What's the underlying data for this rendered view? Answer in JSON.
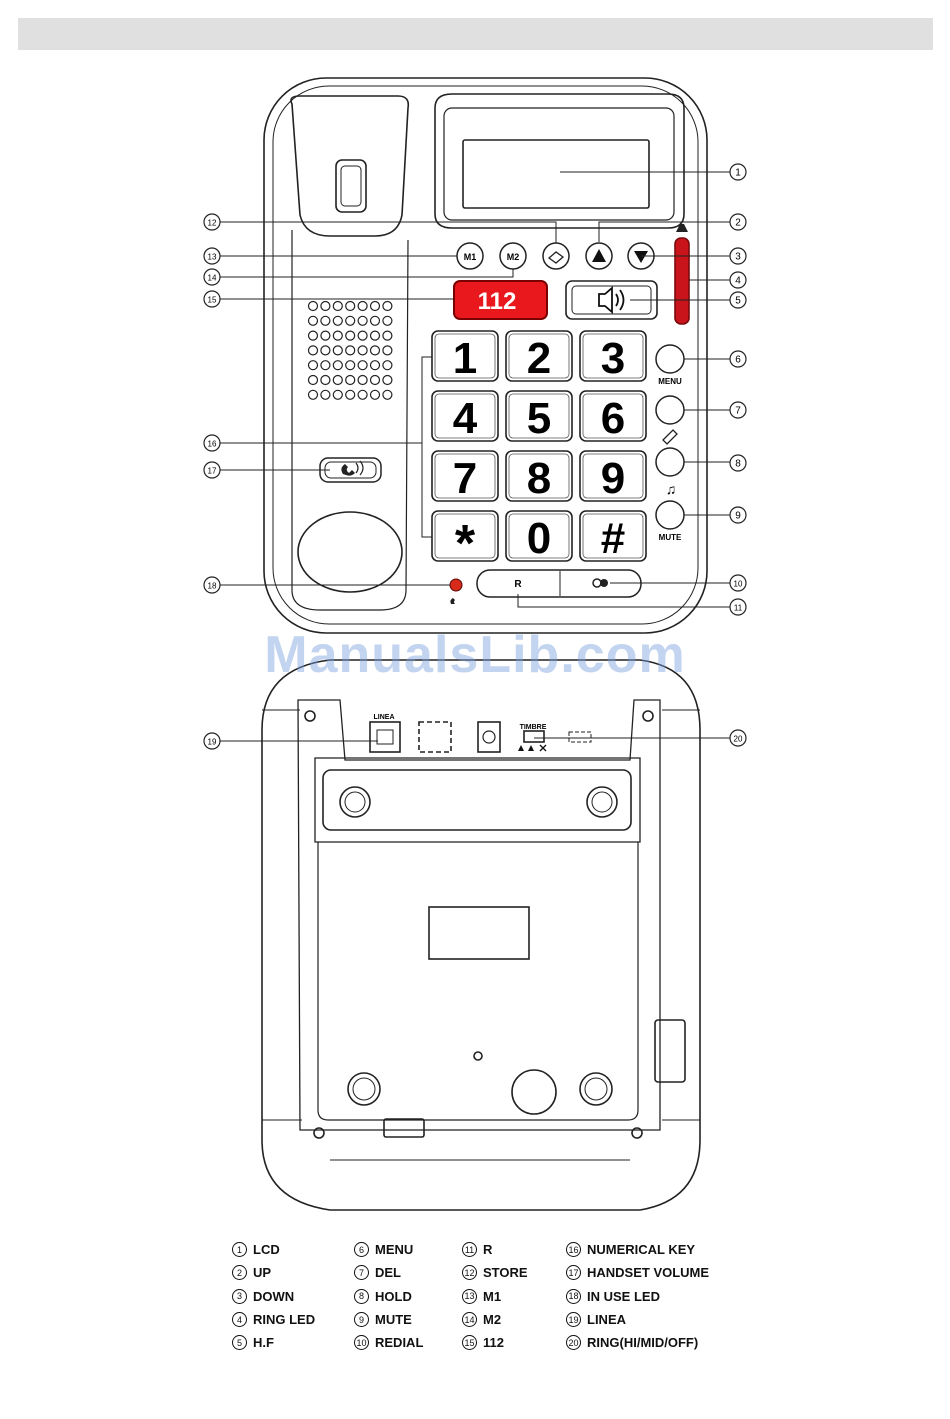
{
  "watermark": "ManualsLib.com",
  "buttons": {
    "m1": "M1",
    "m2": "M2",
    "emergency": "112",
    "r": "R",
    "menu": "MENU",
    "mute": "MUTE"
  },
  "keypad": [
    "1",
    "2",
    "3",
    "4",
    "5",
    "6",
    "7",
    "8",
    "9",
    "*",
    "0",
    "#"
  ],
  "rear": {
    "linea": "LINEA",
    "timbre": "TIMBRE"
  },
  "callouts": [
    "1",
    "2",
    "3",
    "4",
    "5",
    "6",
    "7",
    "8",
    "9",
    "10",
    "11",
    "12",
    "13",
    "14",
    "15",
    "16",
    "17",
    "18",
    "19",
    "20"
  ],
  "legend": [
    {
      "num": "1",
      "label": "LCD"
    },
    {
      "num": "2",
      "label": "UP"
    },
    {
      "num": "3",
      "label": "DOWN"
    },
    {
      "num": "4",
      "label": "RING LED"
    },
    {
      "num": "5",
      "label": "H.F"
    },
    {
      "num": "6",
      "label": "MENU"
    },
    {
      "num": "7",
      "label": "DEL"
    },
    {
      "num": "8",
      "label": "HOLD"
    },
    {
      "num": "9",
      "label": "MUTE"
    },
    {
      "num": "10",
      "label": "REDIAL"
    },
    {
      "num": "11",
      "label": "R"
    },
    {
      "num": "12",
      "label": "STORE"
    },
    {
      "num": "13",
      "label": "M1"
    },
    {
      "num": "14",
      "label": "M2"
    },
    {
      "num": "15",
      "label": "112"
    },
    {
      "num": "16",
      "label": "NUMERICAL KEY"
    },
    {
      "num": "17",
      "label": "HANDSET VOLUME"
    },
    {
      "num": "18",
      "label": "IN USE LED"
    },
    {
      "num": "19",
      "label": "LINEA"
    },
    {
      "num": "20",
      "label": "RING(HI/MID/OFF)"
    }
  ],
  "colors": {
    "emergency": "#e8181c",
    "ring_led": "#c8141a",
    "in_use_led": "#d82a1a"
  }
}
